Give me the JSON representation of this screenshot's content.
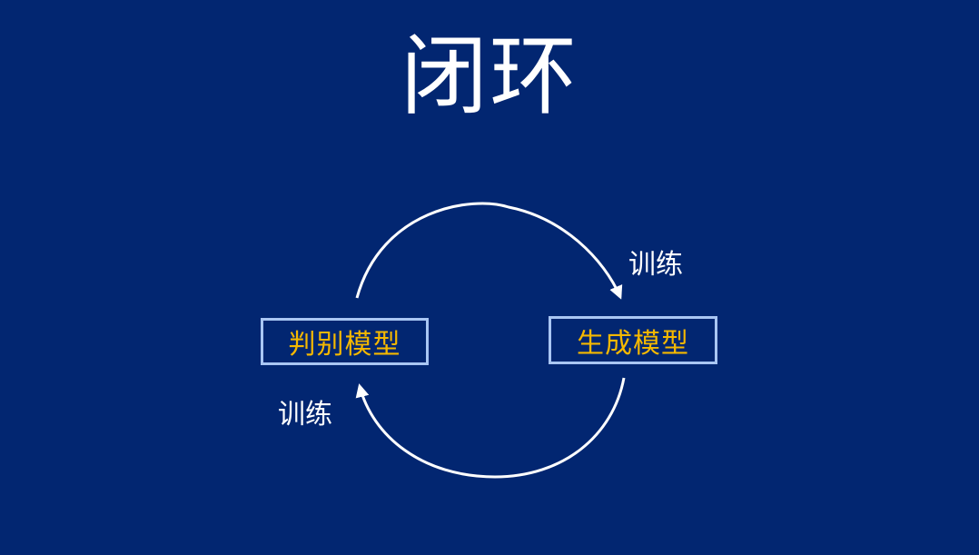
{
  "title": "闭环",
  "nodes": {
    "left": "判别模型",
    "right": "生成模型"
  },
  "edges": {
    "top_label": "训练",
    "bottom_label": "训练"
  },
  "colors": {
    "background": "#022671",
    "node_text": "#f5b800",
    "node_border": "#a9c6f3",
    "arrow": "#ffffff"
  }
}
